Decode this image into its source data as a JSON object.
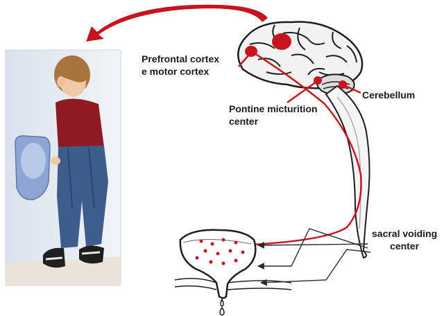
{
  "labels": {
    "prefrontal": "Prefrontal cortex\ne motor cortex",
    "pontine": "Pontine micturition\ncenter",
    "cerebellum": "Cerebellum",
    "sacral": "sacral voiding\ncenter"
  },
  "colors": {
    "pathway_red": "#c8141e",
    "arrow_black": "#2a2a2a",
    "brain_fill": "#f2f2f2",
    "photo_background": "#e6edf4",
    "shirt": "#8e1b24",
    "jeans": "#3d5d8c",
    "urinal": "#8fa6d4"
  },
  "icons": [
    "curved-arrow-icon",
    "droplet-icon"
  ]
}
